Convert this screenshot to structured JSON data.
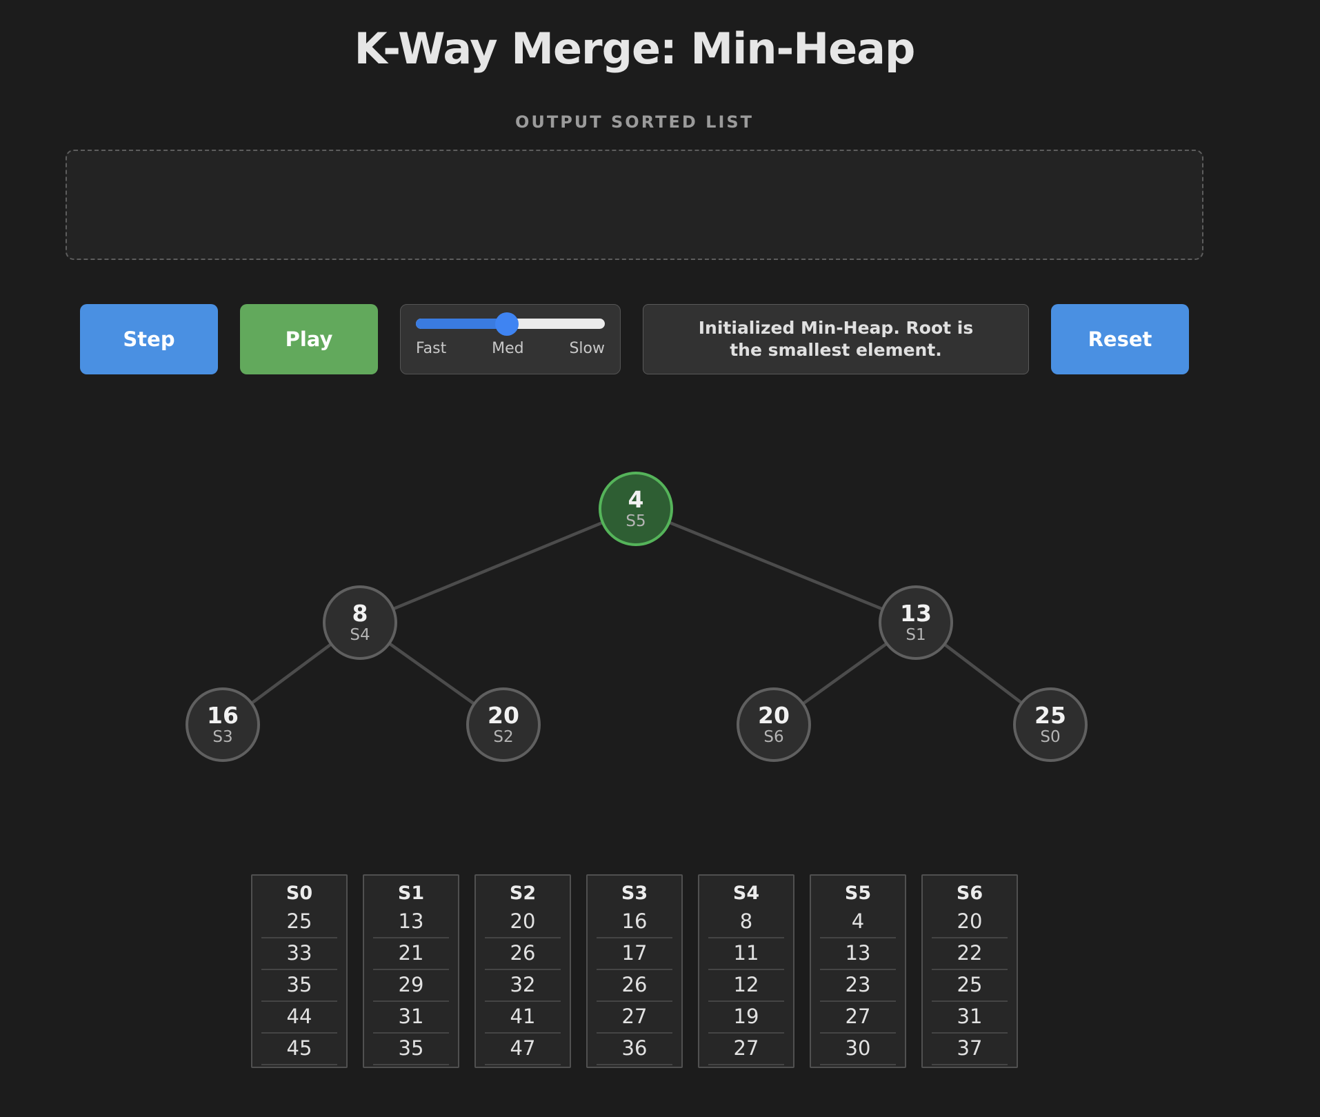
{
  "title": "K-Way Merge: Min-Heap",
  "output": {
    "heading": "OUTPUT SORTED LIST",
    "items": []
  },
  "controls": {
    "step_label": "Step",
    "play_label": "Play",
    "reset_label": "Reset",
    "speed_labels": [
      "Fast",
      "Med",
      "Slow"
    ],
    "speed_selected": "Med",
    "speed_slider_percent": 48
  },
  "status": {
    "message": "Initialized Min-Heap. Root is the smallest element."
  },
  "heap": {
    "nodes": [
      {
        "value": "4",
        "source": "S5",
        "is_root": true
      },
      {
        "value": "8",
        "source": "S4",
        "is_root": false
      },
      {
        "value": "13",
        "source": "S1",
        "is_root": false
      },
      {
        "value": "16",
        "source": "S3",
        "is_root": false
      },
      {
        "value": "20",
        "source": "S2",
        "is_root": false
      },
      {
        "value": "20",
        "source": "S6",
        "is_root": false
      },
      {
        "value": "25",
        "source": "S0",
        "is_root": false
      }
    ]
  },
  "lists": [
    {
      "name": "S0",
      "items": [
        "25",
        "33",
        "35",
        "44",
        "45"
      ]
    },
    {
      "name": "S1",
      "items": [
        "13",
        "21",
        "29",
        "31",
        "35"
      ]
    },
    {
      "name": "S2",
      "items": [
        "20",
        "26",
        "32",
        "41",
        "47"
      ]
    },
    {
      "name": "S3",
      "items": [
        "16",
        "17",
        "26",
        "27",
        "36"
      ]
    },
    {
      "name": "S4",
      "items": [
        "8",
        "11",
        "12",
        "19",
        "27"
      ]
    },
    {
      "name": "S5",
      "items": [
        "4",
        "13",
        "23",
        "27",
        "30"
      ]
    },
    {
      "name": "S6",
      "items": [
        "20",
        "22",
        "25",
        "31",
        "37"
      ]
    }
  ],
  "colors": {
    "background": "#1c1c1c",
    "primary_blue": "#4a90e2",
    "play_green": "#62a95c",
    "slider_blue": "#3f84f2",
    "root_node_fill": "#2e5e33",
    "root_node_border": "#55b45a",
    "node_fill": "#2e2e2e",
    "node_border": "#606060"
  }
}
